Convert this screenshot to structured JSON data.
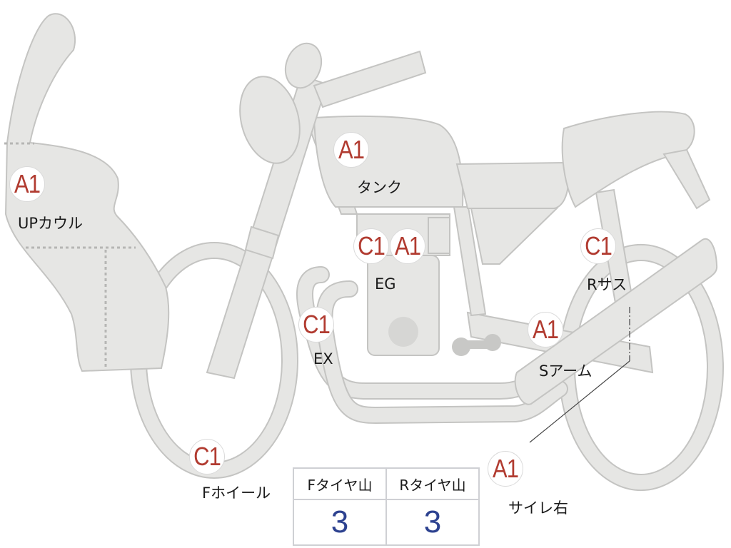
{
  "parts": [
    {
      "grades": [
        "A1"
      ],
      "label": "UPカウル"
    },
    {
      "grades": [
        "A1"
      ],
      "label": "タンク"
    },
    {
      "grades": [
        "C1",
        "A1"
      ],
      "label": "EG"
    },
    {
      "grades": [
        "C1"
      ],
      "label": "Rサス"
    },
    {
      "grades": [
        "C1"
      ],
      "label": "EX"
    },
    {
      "grades": [
        "A1"
      ],
      "label": "Sアーム"
    },
    {
      "grades": [
        "C1"
      ],
      "label": "Fホイール"
    },
    {
      "grades": [
        "A1"
      ],
      "label": "サイレ右"
    }
  ],
  "tire_table": {
    "headers": [
      "Fタイヤ山",
      "Rタイヤ山"
    ],
    "values": [
      "3",
      "3"
    ]
  },
  "colors": {
    "grade": "#b13b30",
    "value": "#2d4290",
    "body_fill": "#e6e6e4",
    "body_stroke": "#c4c4c2"
  }
}
